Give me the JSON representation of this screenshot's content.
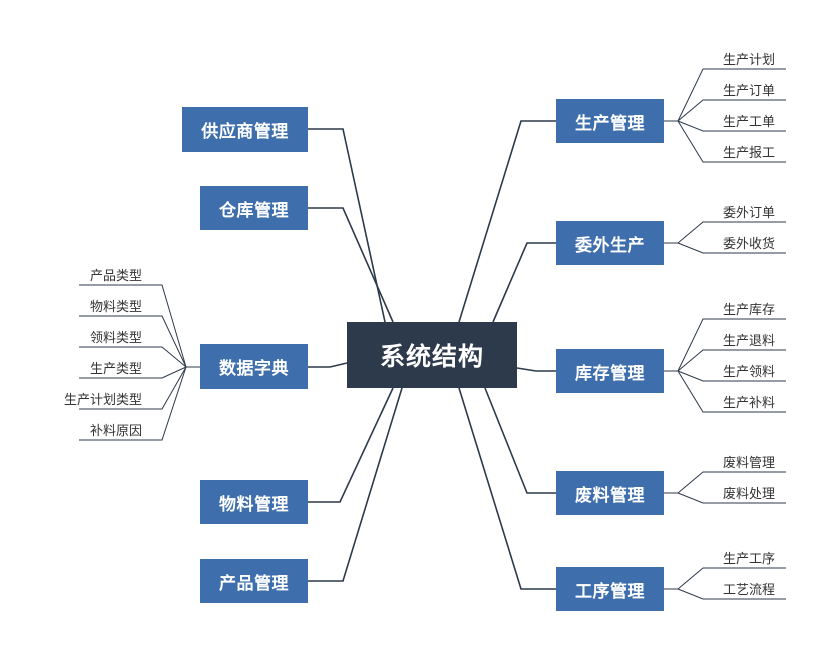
{
  "center": {
    "label": "系统结构"
  },
  "left_branches": [
    {
      "id": "supplier",
      "label": "供应商管理",
      "children": []
    },
    {
      "id": "warehouse",
      "label": "仓库管理",
      "children": []
    },
    {
      "id": "dictionary",
      "label": "数据字典",
      "children": [
        "产品类型",
        "物料类型",
        "领料类型",
        "生产类型",
        "生产计划类型",
        "补料原因"
      ]
    },
    {
      "id": "material",
      "label": "物料管理",
      "children": []
    },
    {
      "id": "product",
      "label": "产品管理",
      "children": []
    }
  ],
  "right_branches": [
    {
      "id": "production",
      "label": "生产管理",
      "children": [
        "生产计划",
        "生产订单",
        "生产工单",
        "生产报工"
      ]
    },
    {
      "id": "outsourcing",
      "label": "委外生产",
      "children": [
        "委外订单",
        "委外收货"
      ]
    },
    {
      "id": "inventory",
      "label": "库存管理",
      "children": [
        "生产库存",
        "生产退料",
        "生产领料",
        "生产补料"
      ]
    },
    {
      "id": "waste",
      "label": "废料管理",
      "children": [
        "废料管理",
        "废料处理"
      ]
    },
    {
      "id": "process",
      "label": "工序管理",
      "children": [
        "生产工序",
        "工艺流程"
      ]
    }
  ],
  "colors": {
    "node_fill": "#3e6eac",
    "center_fill": "#2d3a4b",
    "line": "#2d3a4b",
    "leaf_line": "#2d3a4b",
    "text": "#333333"
  }
}
